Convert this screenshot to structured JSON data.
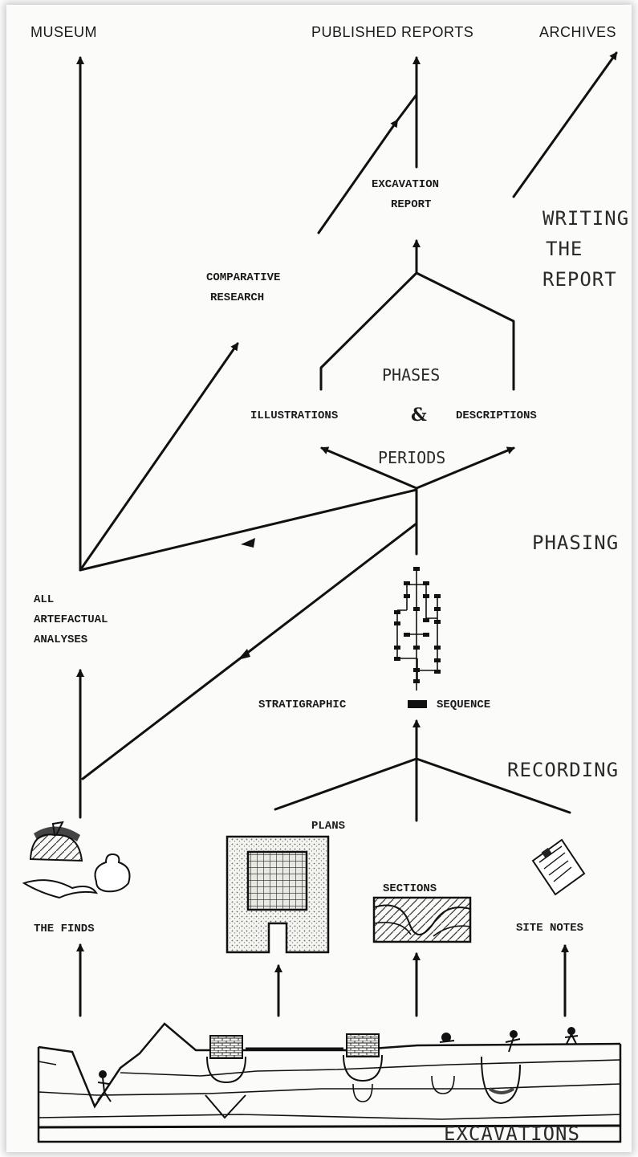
{
  "outputs": {
    "museum": "MUSEUM",
    "published_reports": "PUBLISHED REPORTS",
    "archives": "ARCHIVES"
  },
  "report": {
    "excavation_report_line1": "EXCAVATION",
    "excavation_report_line2": "REPORT",
    "comparative_research_line1": "COMPARATIVE",
    "comparative_research_line2": "RESEARCH"
  },
  "stages": {
    "writing_line1": "WRITING",
    "writing_line2": "THE",
    "writing_line3": "REPORT",
    "phasing": "PHASING",
    "recording": "RECORDING",
    "excavations": "EXCAVATIONS"
  },
  "middle": {
    "phases": "PHASES",
    "periods": "PERIODS",
    "illustrations": "ILLUSTRATIONS",
    "ampersand": "&",
    "descriptions": "DESCRIPTIONS"
  },
  "analyses": {
    "line1": "ALL",
    "line2": "ARTEFACTUAL",
    "line3": "ANALYSES"
  },
  "stratigraphy": {
    "stratigraphic": "STRATIGRAPHIC",
    "sequence": "SEQUENCE"
  },
  "records": {
    "plans": "PLANS",
    "sections": "SECTIONS",
    "site_notes": "SITE NOTES",
    "the_finds": "THE FINDS"
  }
}
